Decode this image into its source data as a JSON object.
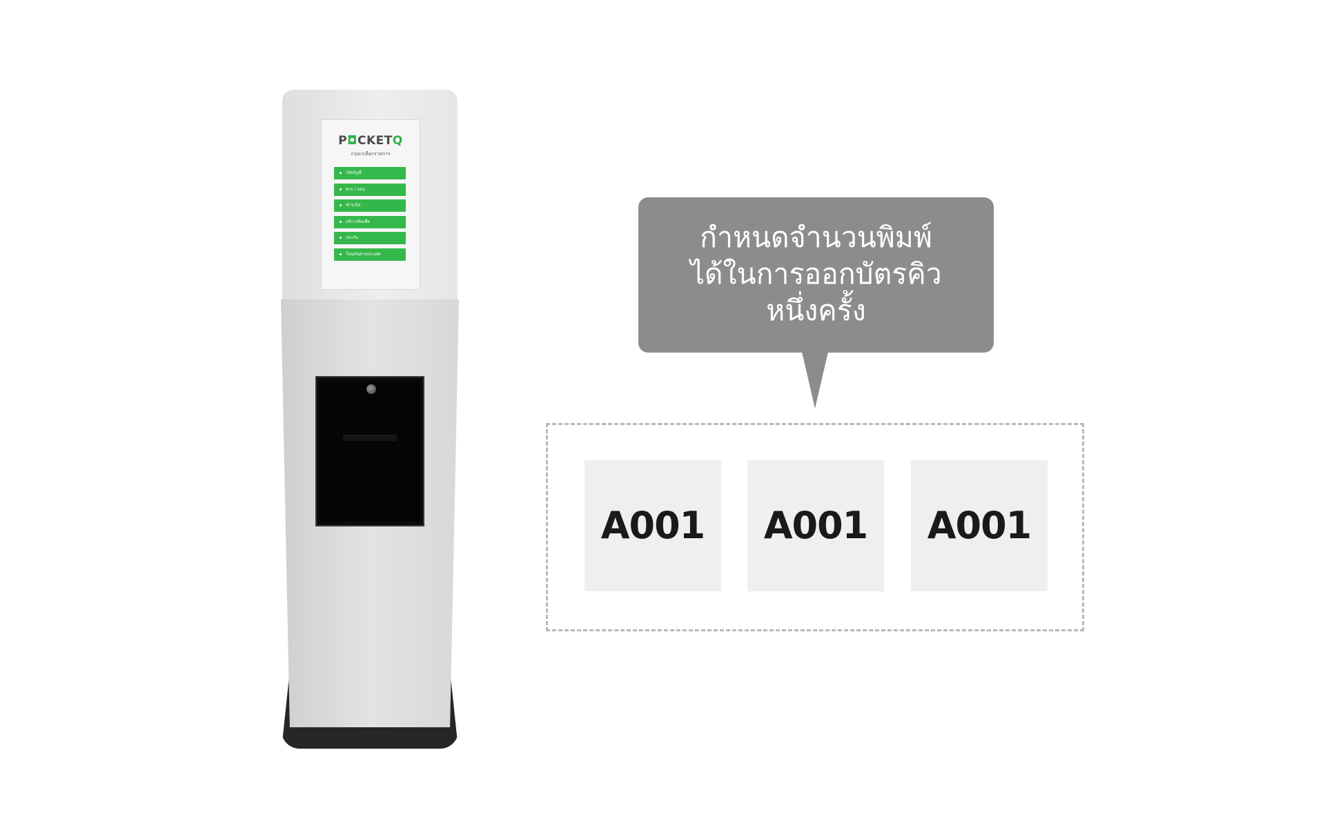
{
  "kiosk": {
    "screen": {
      "logo_prefix": "P",
      "logo_mid": "CKET",
      "logo_q": "Q",
      "subtitle": "กรุณาเลือกรายการ",
      "menu_items": [
        {
          "label": "เปิดบัญชี"
        },
        {
          "label": "ฝาก / ถอน"
        },
        {
          "label": "ชำระบิล"
        },
        {
          "label": "บริการสินเชื่อ"
        },
        {
          "label": "ประกัน"
        },
        {
          "label": "โอนเงินต่างประเทศ"
        }
      ]
    }
  },
  "callout": {
    "lines": [
      "กำหนดจำนวนพิมพ์",
      "ได้ในการออกบัตรคิว",
      "หนึ่งครั้ง"
    ]
  },
  "tickets": [
    {
      "number": "A001"
    },
    {
      "number": "A001"
    },
    {
      "number": "A001"
    }
  ],
  "colors": {
    "accent_green": "#35b84b",
    "bubble_gray": "#8c8c8c",
    "ticket_bg": "#efefef"
  }
}
